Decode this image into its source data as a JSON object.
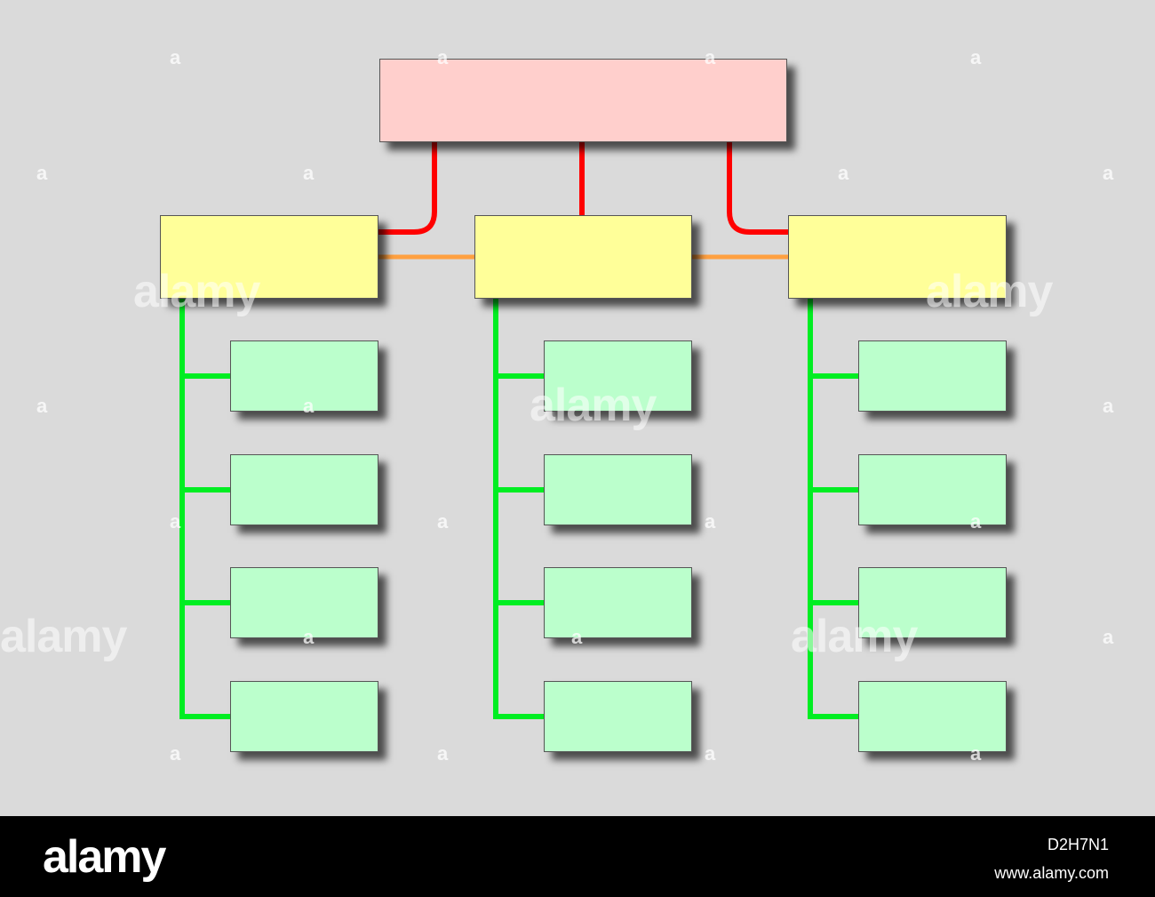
{
  "diagram": {
    "root": {
      "label": "",
      "color": "#ffcfcc"
    },
    "level1_color": "#ffff99",
    "leaf_color": "#bbffcc",
    "connector_colors": {
      "root_links": "#ff0000",
      "peer_links": "#ffa040",
      "leaf_links": "#00ee22"
    },
    "branches": [
      {
        "label": "",
        "children": [
          "",
          "",
          "",
          ""
        ]
      },
      {
        "label": "",
        "children": [
          "",
          "",
          "",
          ""
        ]
      },
      {
        "label": "",
        "children": [
          "",
          "",
          "",
          ""
        ]
      }
    ]
  },
  "watermark": {
    "logo": "alamy",
    "mark": "a"
  },
  "footer": {
    "logo": "alamy",
    "image_id": "D2H7N1",
    "url": "www.alamy.com"
  }
}
